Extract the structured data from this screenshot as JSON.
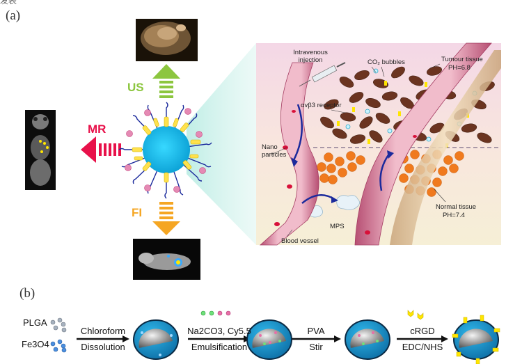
{
  "header": {
    "partial_text": "发表"
  },
  "panel_a": {
    "label": "(a)",
    "modes": {
      "us": "US",
      "mr": "MR",
      "fi": "FI"
    },
    "annotations": {
      "intravenous_injection": "Intravenous injection",
      "co2_bubbles": "CO₂ bubbles",
      "tumour_tissue": "Tumour tissue",
      "tumour_ph": "PH=6.8",
      "receptor": "αvβ3 receptor",
      "nano_particles": "Nano particles",
      "mps": "MPS",
      "normal_tissue": "Normal tissue",
      "normal_ph": "PH=7.4",
      "blood_vessel": "Blood vessel"
    },
    "colors": {
      "us": "#8cc63f",
      "mr": "#e8114a",
      "fi": "#f5a623",
      "tumour_cell": "#6b3420",
      "normal_cell": "#f07a1e",
      "vessel": "#e7a2b8"
    }
  },
  "panel_b": {
    "label": "(b)",
    "reagents": {
      "plga": "PLGA",
      "fe3o4": "Fe3O4"
    },
    "steps": [
      {
        "top": "Chloroform",
        "bottom": "Dissolution"
      },
      {
        "top": "Na2CO3, Cy5.5",
        "bottom": "Emulsification"
      },
      {
        "top": "PVA",
        "bottom": "Stir"
      },
      {
        "top": "cRGD",
        "bottom": "EDC/NHS"
      }
    ]
  }
}
